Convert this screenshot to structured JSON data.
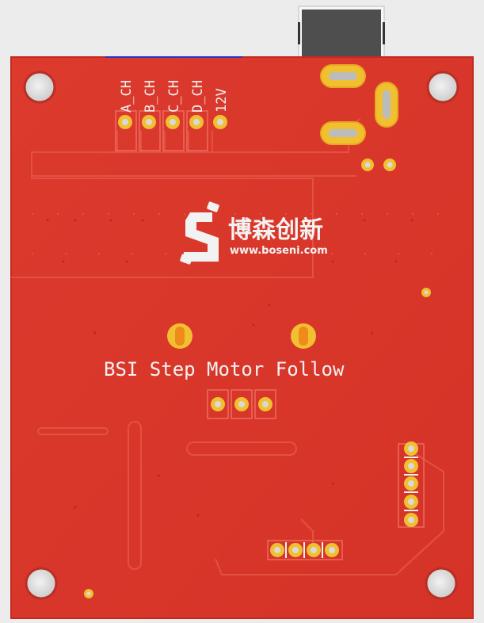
{
  "board": {
    "colors": {
      "background": "#ececec",
      "pcb": "#d9362a",
      "pcb_edge": "#c52b20",
      "trace": "#e0473a",
      "silkscreen": "#f2f2f2",
      "pad_gold": "#f0c030",
      "pad_orange": "#f08a1a",
      "hole": "#dcdcdc",
      "connector": "#555555"
    },
    "pin_labels": [
      "A_CH",
      "B_CH",
      "C_CH",
      "D_CH",
      "12V"
    ],
    "logo": {
      "chinese_name": "博森创新",
      "website": "www.boseni.com",
      "mark": "s-logo"
    },
    "title": "BSI Step Motor Follow"
  }
}
